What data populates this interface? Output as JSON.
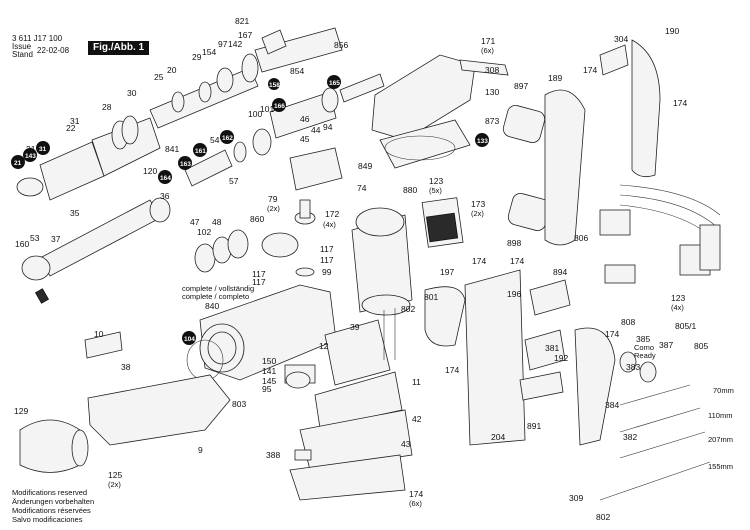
{
  "header": {
    "part_number": "3 611 J17 100",
    "issue_label": "Issue",
    "stand_label": "Stand",
    "date": "22-02-08",
    "figure": "Fig./Abb. 1"
  },
  "notes": [
    "Modifications reserved",
    "Änderungen vorbehalten",
    "Modifications réservées",
    "Salvo modificaciones"
  ],
  "labels": [
    {
      "id": "821",
      "text": "821"
    },
    {
      "id": "167",
      "text": "167"
    },
    {
      "id": "97",
      "text": "97"
    },
    {
      "id": "142",
      "text": "142"
    },
    {
      "id": "154",
      "text": "154"
    },
    {
      "id": "29",
      "text": "29"
    },
    {
      "id": "20",
      "text": "20"
    },
    {
      "id": "25",
      "text": "25"
    },
    {
      "id": "30",
      "text": "30"
    },
    {
      "id": "28",
      "text": "28"
    },
    {
      "id": "31",
      "text": "31"
    },
    {
      "id": "22",
      "text": "22"
    },
    {
      "id": "21",
      "text": "21"
    },
    {
      "id": "856",
      "text": "856"
    },
    {
      "id": "854",
      "text": "854"
    },
    {
      "id": "101",
      "text": "101"
    },
    {
      "id": "100",
      "text": "100"
    },
    {
      "id": "46",
      "text": "46"
    },
    {
      "id": "44",
      "text": "44"
    },
    {
      "id": "94",
      "text": "94"
    },
    {
      "id": "45",
      "text": "45"
    },
    {
      "id": "841",
      "text": "841"
    },
    {
      "id": "54",
      "text": "54"
    },
    {
      "id": "120",
      "text": "120"
    },
    {
      "id": "57",
      "text": "57"
    },
    {
      "id": "36",
      "text": "36"
    },
    {
      "id": "35",
      "text": "35"
    },
    {
      "id": "37",
      "text": "37"
    },
    {
      "id": "53",
      "text": "53"
    },
    {
      "id": "160",
      "text": "160"
    },
    {
      "id": "47",
      "text": "47"
    },
    {
      "id": "48",
      "text": "48"
    },
    {
      "id": "102",
      "text": "102"
    },
    {
      "id": "860",
      "text": "860"
    },
    {
      "id": "79",
      "text": "79"
    },
    {
      "id": "2x_79",
      "text": "(2x)"
    },
    {
      "id": "172",
      "text": "172"
    },
    {
      "id": "4x_172",
      "text": "(4x)"
    },
    {
      "id": "117a",
      "text": "117"
    },
    {
      "id": "117b",
      "text": "117"
    },
    {
      "id": "99",
      "text": "99"
    },
    {
      "id": "117c",
      "text": "117"
    },
    {
      "id": "117d",
      "text": "117"
    },
    {
      "id": "complete1",
      "text": "complete / vollständig"
    },
    {
      "id": "complete2",
      "text": "complete / completo"
    },
    {
      "id": "840",
      "text": "840"
    },
    {
      "id": "849",
      "text": "849"
    },
    {
      "id": "74",
      "text": "74"
    },
    {
      "id": "171",
      "text": "171"
    },
    {
      "id": "6x_171",
      "text": "(6x)"
    },
    {
      "id": "308",
      "text": "308"
    },
    {
      "id": "130",
      "text": "130"
    },
    {
      "id": "873",
      "text": "873"
    },
    {
      "id": "880",
      "text": "880"
    },
    {
      "id": "123",
      "text": "123"
    },
    {
      "id": "5x_123",
      "text": "(5x)"
    },
    {
      "id": "173",
      "text": "173"
    },
    {
      "id": "2x_173",
      "text": "(2x)"
    },
    {
      "id": "897",
      "text": "897"
    },
    {
      "id": "898",
      "text": "898"
    },
    {
      "id": "189",
      "text": "189"
    },
    {
      "id": "304",
      "text": "304"
    },
    {
      "id": "190",
      "text": "190"
    },
    {
      "id": "174a",
      "text": "174"
    },
    {
      "id": "174b",
      "text": "174"
    },
    {
      "id": "806",
      "text": "806"
    },
    {
      "id": "123b",
      "text": "123"
    },
    {
      "id": "4x_123b",
      "text": "(4x)"
    },
    {
      "id": "805_1",
      "text": "805/1"
    },
    {
      "id": "805",
      "text": "805"
    },
    {
      "id": "10",
      "text": "10"
    },
    {
      "id": "38",
      "text": "38"
    },
    {
      "id": "150",
      "text": "150"
    },
    {
      "id": "141",
      "text": "141"
    },
    {
      "id": "145",
      "text": "145"
    },
    {
      "id": "95",
      "text": "95"
    },
    {
      "id": "803",
      "text": "803"
    },
    {
      "id": "12",
      "text": "12"
    },
    {
      "id": "39",
      "text": "39"
    },
    {
      "id": "11",
      "text": "11"
    },
    {
      "id": "42",
      "text": "42"
    },
    {
      "id": "43",
      "text": "43"
    },
    {
      "id": "388",
      "text": "388"
    },
    {
      "id": "9",
      "text": "9"
    },
    {
      "id": "129",
      "text": "129"
    },
    {
      "id": "125",
      "text": "125"
    },
    {
      "id": "2x_125",
      "text": "(2x)"
    },
    {
      "id": "174c",
      "text": "174"
    },
    {
      "id": "6x_174c",
      "text": "(6x)"
    },
    {
      "id": "197",
      "text": "197"
    },
    {
      "id": "174d",
      "text": "174"
    },
    {
      "id": "174e",
      "text": "174"
    },
    {
      "id": "801",
      "text": "801"
    },
    {
      "id": "802a",
      "text": "802"
    },
    {
      "id": "894",
      "text": "894"
    },
    {
      "id": "196",
      "text": "196"
    },
    {
      "id": "174f",
      "text": "174"
    },
    {
      "id": "381",
      "text": "381"
    },
    {
      "id": "192",
      "text": "192"
    },
    {
      "id": "891",
      "text": "891"
    },
    {
      "id": "204",
      "text": "204"
    },
    {
      "id": "808",
      "text": "808"
    },
    {
      "id": "174g",
      "text": "174"
    },
    {
      "id": "385",
      "text": "385"
    },
    {
      "id": "como",
      "text": "Como"
    },
    {
      "id": "ready",
      "text": "Ready"
    },
    {
      "id": "387",
      "text": "387"
    },
    {
      "id": "383",
      "text": "383"
    },
    {
      "id": "384",
      "text": "384"
    },
    {
      "id": "382",
      "text": "382"
    },
    {
      "id": "309",
      "text": "309"
    },
    {
      "id": "802b",
      "text": "802"
    },
    {
      "id": "70mm",
      "text": "70mm"
    },
    {
      "id": "110mm",
      "text": "110mm"
    },
    {
      "id": "207mm",
      "text": "207mm"
    },
    {
      "id": "155mm",
      "text": "155mm"
    }
  ],
  "badges": [
    {
      "id": "b165",
      "text": "165"
    },
    {
      "id": "b166",
      "text": "166"
    },
    {
      "id": "b162",
      "text": "162"
    },
    {
      "id": "b161",
      "text": "161"
    },
    {
      "id": "b163",
      "text": "163"
    },
    {
      "id": "b164",
      "text": "164"
    },
    {
      "id": "b31",
      "text": "31"
    },
    {
      "id": "b21",
      "text": "21"
    },
    {
      "id": "b143",
      "text": "143"
    },
    {
      "id": "b104",
      "text": "104"
    },
    {
      "id": "b158",
      "text": "158"
    },
    {
      "id": "b133",
      "text": "133"
    }
  ]
}
